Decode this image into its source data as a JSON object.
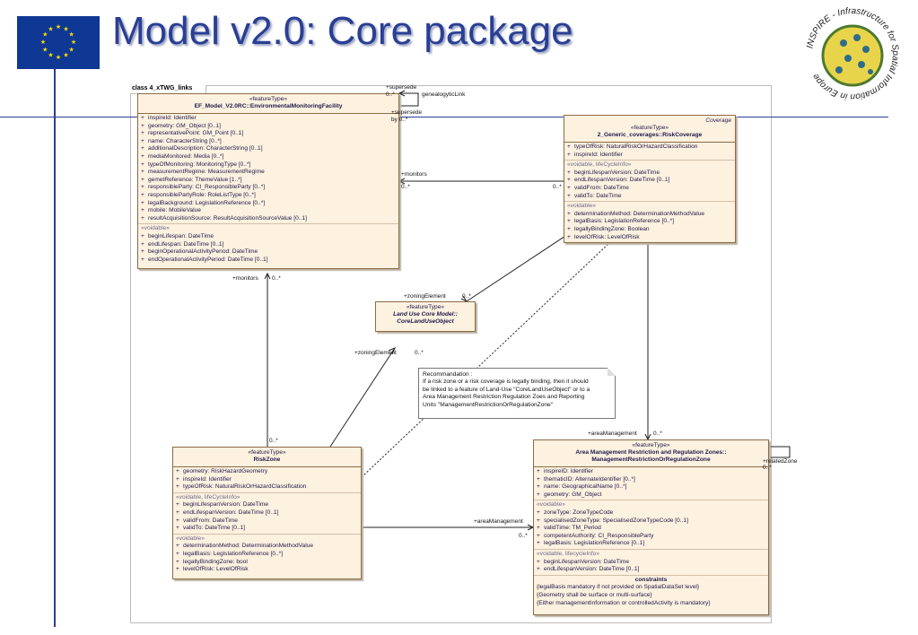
{
  "slide": {
    "title": "Model v2.0: Core package",
    "logo_text": "INSPIRE - Infrastructure for Spatial Information in Europe"
  },
  "frame": {
    "tab": "class 4_xTWG_links"
  },
  "ef": {
    "stereotype": "«featureType»",
    "name": "EF_Model_V2.0RC::EnvironmentalMonitoringFacility",
    "attrs": [
      "inspireId: Identifier",
      "geometry: GM_Object [0..1]",
      "representativePoint: GM_Point [0..1]",
      "name: CharacterString [0..*]",
      "additionalDescription: CharacterString [0..1]",
      "mediaMonitored: Media [0..*]",
      "typeOfMonitoring: MonitoringType [0..*]",
      "measurementRegime: MeasurementRegime",
      "gemetReference: ThemeValue [1..*]",
      "responsibleParty: CI_ResponsibleParty [0..*]",
      "responsiblePartyRole: RoleListType [0..*]",
      "legalBackground: LegislationReference [0..*]",
      "mobile: MobileValue",
      "resultAcquisitionSource: ResultAcquisitionSourceValue [0..1]"
    ],
    "voidable_label": "«voidable»",
    "voidable": [
      "beginLifespan: DateTime",
      "endLifespan: DateTime [0..1]",
      "beginOperationalActivityPeriod: DateTime",
      "endOperationalActivityPeriod: DateTime [0..1]"
    ]
  },
  "rc": {
    "supertype": "Coverage",
    "stereotype": "«featureType»",
    "name": "2_Generic_coverages::RiskCoverage",
    "attrs": [
      "typeOfRisk: NaturalRiskOrHazardClassification",
      "inspireId: Identifier"
    ],
    "lifecycle_label": "«voidable, lifeCycleInfo»",
    "lifecycle": [
      "beginLifespanVersion: DateTime",
      "endLifespanVersion: DateTime [0..1]",
      "validFrom: DateTime",
      "validTo: DateTime"
    ],
    "voidable_label": "«voidable»",
    "voidable": [
      "determinationMethod: DeterminationMethodValue",
      "legalBasis: LegislationReference [0..*]",
      "legallyBindingZone: Boolean",
      "levelOfRisk: LevelOfRisk"
    ]
  },
  "lu": {
    "stereotype": "«featureType»",
    "name1": "Land Use Core Model::",
    "name2": "CoreLandUseObject"
  },
  "rz": {
    "stereotype": "«featureType»",
    "name": "RiskZone",
    "attrs": [
      "geometry: RiskHazardGeometry",
      "inspireId: Identifier",
      "typeOfRisk: NaturalRiskOrHazardClassification"
    ],
    "lifecycle_label": "«voidable, lifeCycleInfo»",
    "lifecycle": [
      "beginLifespanVersion: DateTime",
      "endLifespanVersion: DateTime [0..1]",
      "validFrom: DateTime",
      "validTo: DateTime [0..1]"
    ],
    "voidable_label": "«voidable»",
    "voidable": [
      "determinationMethod: DeterminationMethodValue",
      "legalBasis: LegislationReference [0..*]",
      "legallyBindingZone: bool",
      "levelOfRisk: LevelOfRisk"
    ]
  },
  "am": {
    "stereotype": "«featureType»",
    "name1": "Area Management Restriction and Regulation Zones::",
    "name2": "ManagementRestrictionOrRegulationZone",
    "attrs": [
      "inspireID: Identifier",
      "thematicID: AlternateIdentifier [0..*]",
      "name: GeographicalName [0..*]",
      "geometry: GM_Object"
    ],
    "voidable_label": "«voidable»",
    "voidable": [
      "zoneType: ZoneTypeCode",
      "specialisedZoneType: SpecialisedZoneTypeCode [0..1]",
      "validTime: TM_Period",
      "competentAuthority: CI_ResponsibleParty",
      "legalBasis: LegislationReference [0..1]"
    ],
    "lifecycle_label": "«voidable, lifecycleInfo»",
    "lifecycle": [
      "beginLifespanVersion: DateTime",
      "endLifespanVersion: DateTime [0..1]"
    ],
    "constraints_label": "constraints",
    "constraints": [
      "{legalBasis mandatory if not provided on SpatialDataSet level}",
      "{Geometry shall be surface or multi-surface}",
      "{Either managementInformation or controlledActivity is mandatory}"
    ]
  },
  "note": {
    "lines": [
      "Recommandation :",
      "If a risk zone or a risk coverage is legally binding, then it should",
      "be linked to a feature of Land-Use \"CoreLandUseObject\" or to a",
      "Area Management Restriction Regulation Zoes and Reporting",
      "Units \"ManagementRestrictionOrRegulationZone\""
    ]
  },
  "labels": {
    "supersede": "+supersede",
    "supersede_mult": "0..*",
    "genealogy": "genealogyticLink",
    "superseded_by": "+supersede",
    "superseded_by2": "by 0..*",
    "monitors1": "+monitors",
    "monitors1_mult": "0..*",
    "monitors2": "+monitors",
    "monitors2_mult": "0..*",
    "zoning1": "+zoningElement",
    "zoning1_mult": "0..*",
    "zoning2": "+zoningElement",
    "zoning2_mult": "0..*",
    "rz_mult": "0..*",
    "aream1": "+areaManagement",
    "aream1_mult": "0..*",
    "aream2": "+areaManagement",
    "aream2_mult": "0..*",
    "related": "+relatedZone",
    "related_mult": "0..*"
  },
  "colors": {
    "title": "#2a3f94",
    "class_fill": "#fdf1e0",
    "class_border": "#8c6b44",
    "eu_blue": "#0f3895",
    "eu_star": "#ffdd00"
  }
}
